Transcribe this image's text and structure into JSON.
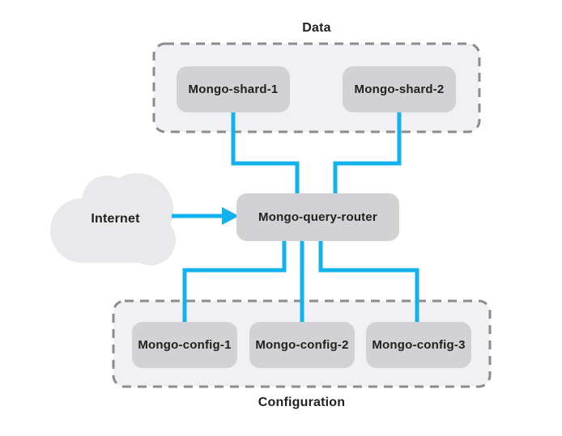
{
  "diagram": {
    "groups": {
      "data": {
        "label": "Data",
        "nodes": [
          {
            "label": "Mongo-shard-1"
          },
          {
            "label": "Mongo-shard-2"
          }
        ]
      },
      "configuration": {
        "label": "Configuration",
        "nodes": [
          {
            "label": "Mongo-config-1"
          },
          {
            "label": "Mongo-config-2"
          },
          {
            "label": "Mongo-config-3"
          }
        ]
      }
    },
    "router": {
      "label": "Mongo-query-router"
    },
    "internet": {
      "label": "Internet"
    },
    "edges": [
      {
        "from": "Internet",
        "to": "Mongo-query-router",
        "style": "arrow"
      },
      {
        "from": "Mongo-shard-1",
        "to": "Mongo-query-router",
        "style": "line"
      },
      {
        "from": "Mongo-shard-2",
        "to": "Mongo-query-router",
        "style": "line"
      },
      {
        "from": "Mongo-query-router",
        "to": "Mongo-config-1",
        "style": "line"
      },
      {
        "from": "Mongo-query-router",
        "to": "Mongo-config-2",
        "style": "line"
      },
      {
        "from": "Mongo-query-router",
        "to": "Mongo-config-3",
        "style": "line"
      }
    ],
    "colors": {
      "connector_blue": "#12b2ee",
      "node_fill": "#d2d2d4",
      "group_fill": "#f1f1f3",
      "group_border": "#8c8c8e",
      "cloud_fill": "#e9e9eb",
      "text": "#212121",
      "background": "#ffffff"
    }
  }
}
